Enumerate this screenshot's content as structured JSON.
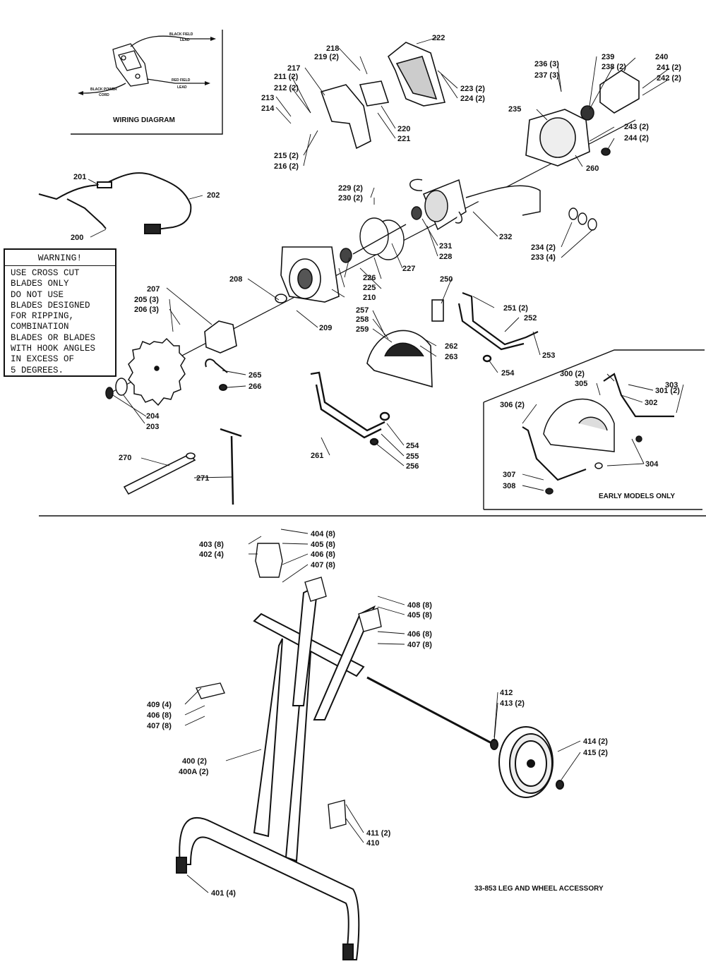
{
  "wiring_diagram": {
    "title": "WIRING DIAGRAM",
    "labels": {
      "black_field_1": "BLACK FIELD",
      "black_field_2": "LEAD",
      "red_field_1": "RED FIELD",
      "red_field_2": "LEAD",
      "black_power_1": "BLACK POWER",
      "black_power_2": "CORD"
    }
  },
  "warning": {
    "title": "WARNING!",
    "lines": [
      "USE CROSS CUT",
      "BLADES ONLY",
      "DO NOT USE",
      "BLADES DESIGNED",
      "FOR RIPPING,",
      "COMBINATION",
      "BLADES OR BLADES",
      "WITH HOOK ANGLES",
      "IN EXCESS OF",
      "5 DEGREES."
    ]
  },
  "captions": {
    "early_models": "EARLY MODELS ONLY",
    "accessory": "33-853 LEG AND WHEEL ACCESSORY"
  },
  "callouts": {
    "c200": "200",
    "c201": "201",
    "c202": "202",
    "c203": "203",
    "c204": "204",
    "c205": "205 (3)",
    "c206": "206 (3)",
    "c207": "207",
    "c208": "208",
    "c209": "209",
    "c210": "210",
    "c211": "211 (2)",
    "c212": "212 (2)",
    "c213": "213",
    "c214": "214",
    "c215": "215 (2)",
    "c216": "216 (2)",
    "c217": "217",
    "c218": "218",
    "c219": "219 (2)",
    "c220": "220",
    "c221": "221",
    "c222": "222",
    "c223": "223 (2)",
    "c224": "224 (2)",
    "c225": "225",
    "c226": "226",
    "c227": "227",
    "c228": "228",
    "c229": "229 (2)",
    "c230": "230 (2)",
    "c231": "231",
    "c232": "232",
    "c233": "233 (4)",
    "c234": "234 (2)",
    "c235": "235",
    "c236": "236 (3)",
    "c237": "237 (3)",
    "c238": "238 (2)",
    "c239": "239",
    "c240": "240",
    "c241": "241 (2)",
    "c242": "242 (2)",
    "c243": "243 (2)",
    "c244": "244 (2)",
    "c250": "250",
    "c251": "251 (2)",
    "c252": "252",
    "c253": "253",
    "c254a": "254",
    "c254b": "254",
    "c255": "255",
    "c256": "256",
    "c257": "257",
    "c258": "258",
    "c259": "259",
    "c260": "260",
    "c261": "261",
    "c262": "262",
    "c263": "263",
    "c265": "265",
    "c266": "266",
    "c270": "270",
    "c271": "271",
    "c300": "300 (2)",
    "c301": "301 (2)",
    "c302": "302",
    "c303": "303",
    "c304": "304",
    "c305": "305",
    "c306": "306 (2)",
    "c307": "307",
    "c308": "308",
    "c400": "400 (2)",
    "c400a": "400A (2)",
    "c401": "401 (4)",
    "c402": "402 (4)",
    "c403": "403 (8)",
    "c404": "404 (8)",
    "c405a": "405 (8)",
    "c405b": "405 (8)",
    "c406a": "406 (8)",
    "c406b": "406 (8)",
    "c406c": "406 (8)",
    "c407a": "407 (8)",
    "c407b": "407 (8)",
    "c407c": "407 (8)",
    "c408": "408 (8)",
    "c409": "409 (4)",
    "c410": "410",
    "c411": "411 (2)",
    "c412": "412",
    "c413": "413 (2)",
    "c414": "414 (2)",
    "c415": "415 (2)"
  }
}
